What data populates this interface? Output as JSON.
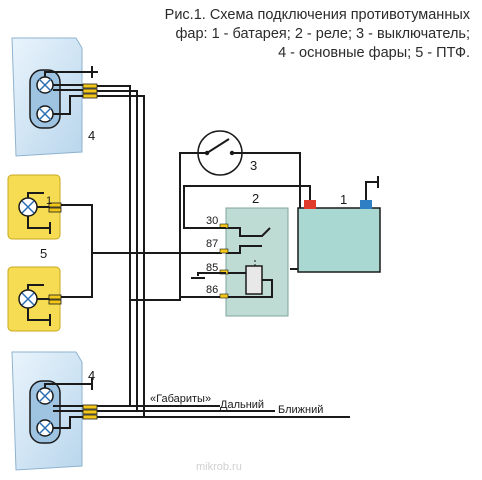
{
  "caption": {
    "line1": "Рис.1. Схема подключения противотуманных",
    "line2": "фар: 1 - батарея; 2 - реле; 3 - выключатель;",
    "line3": "4 - основные фары; 5 - ПТФ."
  },
  "labels": {
    "battery": "1",
    "relay": "2",
    "switch": "3",
    "headlight_top": "4",
    "headlight_bottom": "4",
    "foglight": "5",
    "foglight_pin": "1",
    "pin30": "30",
    "pin87": "87",
    "pin85": "85",
    "pin86": "86",
    "gabarity": "«Габариты»",
    "dalniy": "Дальний",
    "blizhniy": "Ближний"
  },
  "watermark": "mikrob.ru",
  "colors": {
    "headlight_fill": "#c9e0f2",
    "foglight_fill": "#f5dc52",
    "relay_fill": "#bfdcd4",
    "battery_fill": "#a9d7d2",
    "terminal_red": "#e03a2a",
    "terminal_blue": "#2f7fc4",
    "connector_yellow": "#f3c71a"
  }
}
